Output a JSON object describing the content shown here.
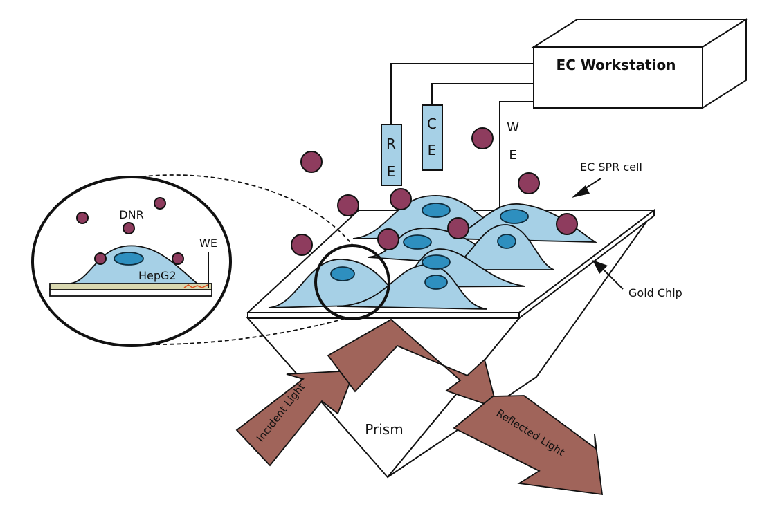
{
  "labels": {
    "workstation": "EC Workstation",
    "re_1": "R",
    "re_2": "E",
    "ce_1": "C",
    "ce_2": "E",
    "we_1": "W",
    "we_2": "E",
    "ec_spr_cell": "EC SPR cell",
    "gold_chip": "Gold Chip",
    "prism": "Prism",
    "incident_light": "Incident Light",
    "reflected_light": "Reflected Light",
    "inset_dnr": "DNR",
    "inset_we": "WE",
    "inset_hepg2": "HepG2"
  },
  "colors": {
    "cell": "#a6d0e6",
    "nucleus": "#2e8fbf",
    "dnr_particle": "#8e3c5e",
    "light_arrow": "#a0645a",
    "gold_layer": "#d9d8b0",
    "we_trace": "#e0531f"
  }
}
